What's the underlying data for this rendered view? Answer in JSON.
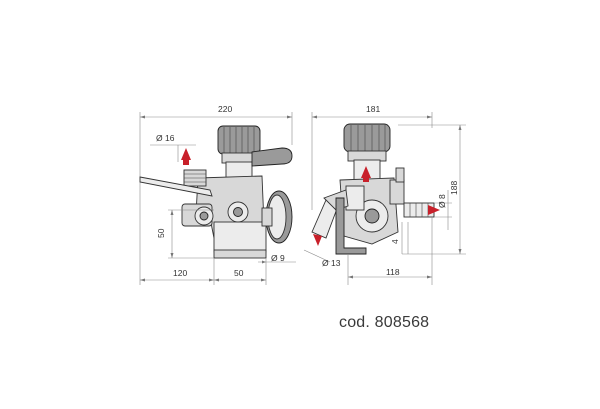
{
  "front_view": {
    "dim_width": "220",
    "dim_inlet_diameter": "Ø 16",
    "dim_height": "50",
    "dim_left": "120",
    "dim_base": "50",
    "dim_hole": "Ø 9"
  },
  "side_view": {
    "dim_width": "181",
    "dim_height": "188",
    "dim_outlet_diameter": "Ø 8",
    "dim_offset": "4",
    "dim_hose_diameter": "Ø 13",
    "dim_depth": "118"
  },
  "product_code": "cod. 808568",
  "colors": {
    "arrow": "#c8202a",
    "line": "#333333",
    "dimension": "#8a8a8a"
  }
}
